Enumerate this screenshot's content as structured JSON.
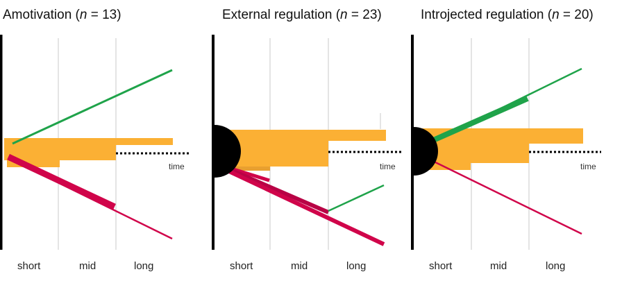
{
  "panels": [
    {
      "title_prefix": "Amotivation (",
      "n_symbol": "n",
      "title_suffix": " = 13)",
      "time_label": "time",
      "ticks": [
        "short",
        "mid",
        "long"
      ]
    },
    {
      "title_prefix": "External regulation (",
      "n_symbol": "n",
      "title_suffix": " = 23)",
      "time_label": "time",
      "ticks": [
        "short",
        "mid",
        "long"
      ]
    },
    {
      "title_prefix": "Introjected regulation (",
      "n_symbol": "n",
      "title_suffix": " = 20)",
      "time_label": "time",
      "ticks": [
        "short",
        "mid",
        "long"
      ]
    }
  ],
  "colors": {
    "green": "#1fa34a",
    "orange": "#fbb034",
    "red": "#d0044a",
    "axis": "#000000",
    "grid": "#c8c8c8"
  }
}
